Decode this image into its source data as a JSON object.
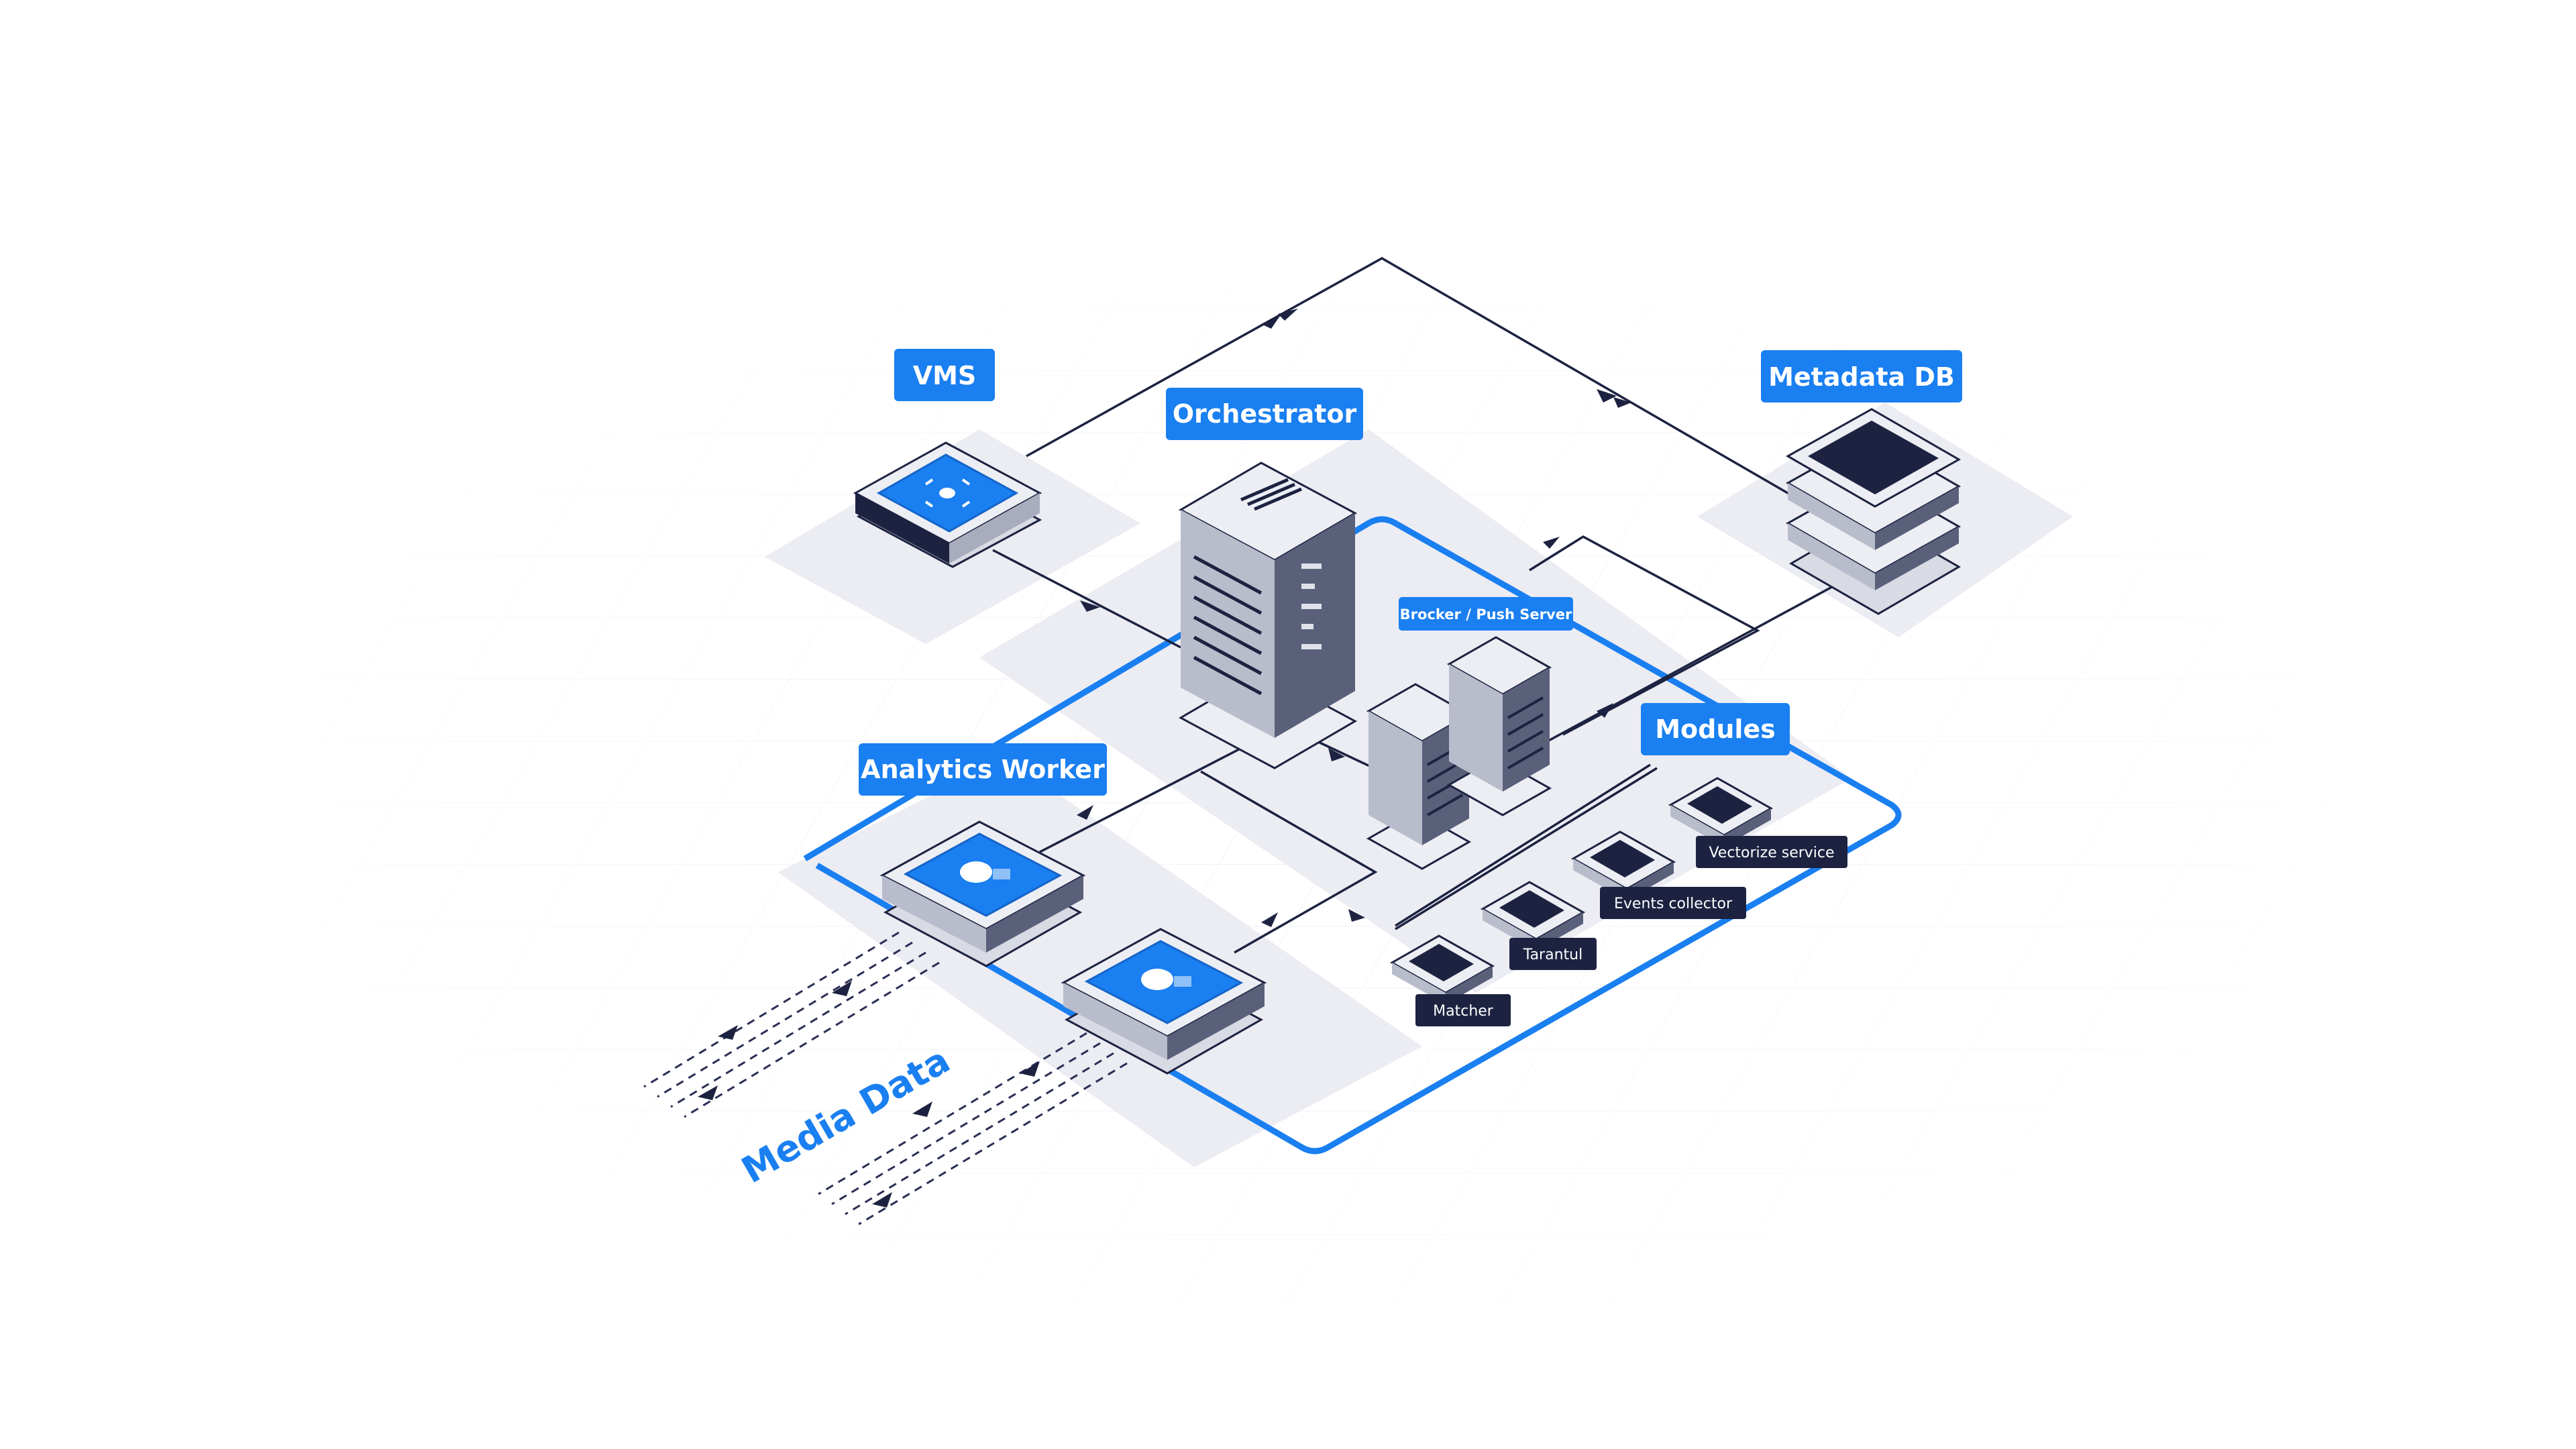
{
  "colors": {
    "accent": "#1a7ff0",
    "dark": "#1c2240",
    "platform": "#ececf3",
    "device_top": "#eceef4",
    "device_side": "#a9acbc"
  },
  "labels": {
    "vms": "VMS",
    "orchestrator": "Orchestrator",
    "metadata_db": "Metadata DB",
    "broker": "Brocker / Push Server",
    "modules": "Modules",
    "analytics_worker": "Analytics Worker",
    "media_data": "Media Data"
  },
  "modules": [
    {
      "label": "Vectorize service"
    },
    {
      "label": "Events collector"
    },
    {
      "label": "Tarantul"
    },
    {
      "label": "Matcher"
    }
  ]
}
